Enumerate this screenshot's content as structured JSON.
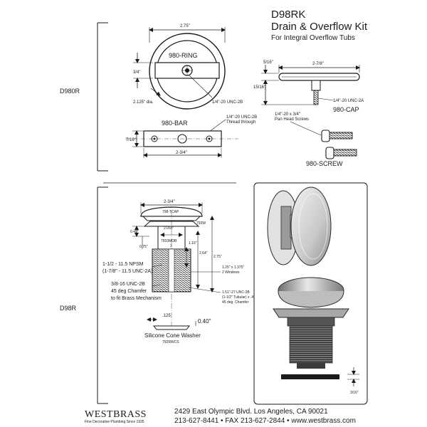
{
  "header": {
    "model": "D98RK",
    "title": "Drain & Overflow Kit",
    "subtitle": "For Integral Overflow Tubs"
  },
  "sections": {
    "top_label": "D980R",
    "bottom_label": "D98R"
  },
  "ring": {
    "name": "980-RING",
    "width": "2.75\"",
    "height": "3/4\"",
    "dia": "2.125\" dia.",
    "thread": "1/4\"-20 UNC-2B"
  },
  "cap": {
    "name": "980-CAP",
    "width": "2-7/8\"",
    "h1": "5/16\"",
    "h2": "15/16\"",
    "thread": "1/4\"-20 UNC-2A"
  },
  "bar": {
    "name": "980-BAR",
    "thread_line1": "1/4\"-20 UNC-2B",
    "thread_line2": "Thread through",
    "height": "7/16\"",
    "width": "2-3/4\""
  },
  "screw": {
    "name": "980-SCREW",
    "line1": "1/4\"-20 x 3/4\"",
    "line2": "Pan Head Screws"
  },
  "drain": {
    "top_width": "2-3/4\"",
    "cap_part": "798-TCAP",
    "w_part": "793W",
    "d040": "0.40\"",
    "d2050": "2.050\"",
    "mob_part": "7933MOB",
    "mob_num": "3",
    "d075": "0.75\"",
    "d116": "1.16\"",
    "d264": "2.64\"",
    "d275": "2.75\"",
    "windows_line1": "1.25\" x 1.375\"",
    "windows_line2": "2 Windows",
    "npsm_line1": "1-1/2 - 11.5 NPSM",
    "npsm_line2": "(1-7/8\" - 11.5 UNC-2A)",
    "chamfer_line1": "3/8-16 UNC-2B",
    "chamfer_line2": "45 deg Chamfer",
    "chamfer_line3": "to fit Brass Mechanism",
    "unc_line1": "1.51\"-27 UNC-2B",
    "unc_line2": "(1-1/2\" Tubular) x .45\"",
    "unc_line3": "45 deg. Chamfer",
    "washer_gap": ".125",
    "washer_thk": "0.40\"",
    "washer_name": "Silicone Cone Washer",
    "washer_part": "792RWCS"
  },
  "photo": {
    "dim": "3/16\""
  },
  "footer": {
    "brand": "WESTBRASS",
    "tagline": "Fine Decorative Plumbing Since 1935",
    "address": "2429 East Olympic Blvd. Los Angeles, CA  90021",
    "contact": "213-627-8441 • FAX 213-627-2844 • www.westbrass.com"
  }
}
